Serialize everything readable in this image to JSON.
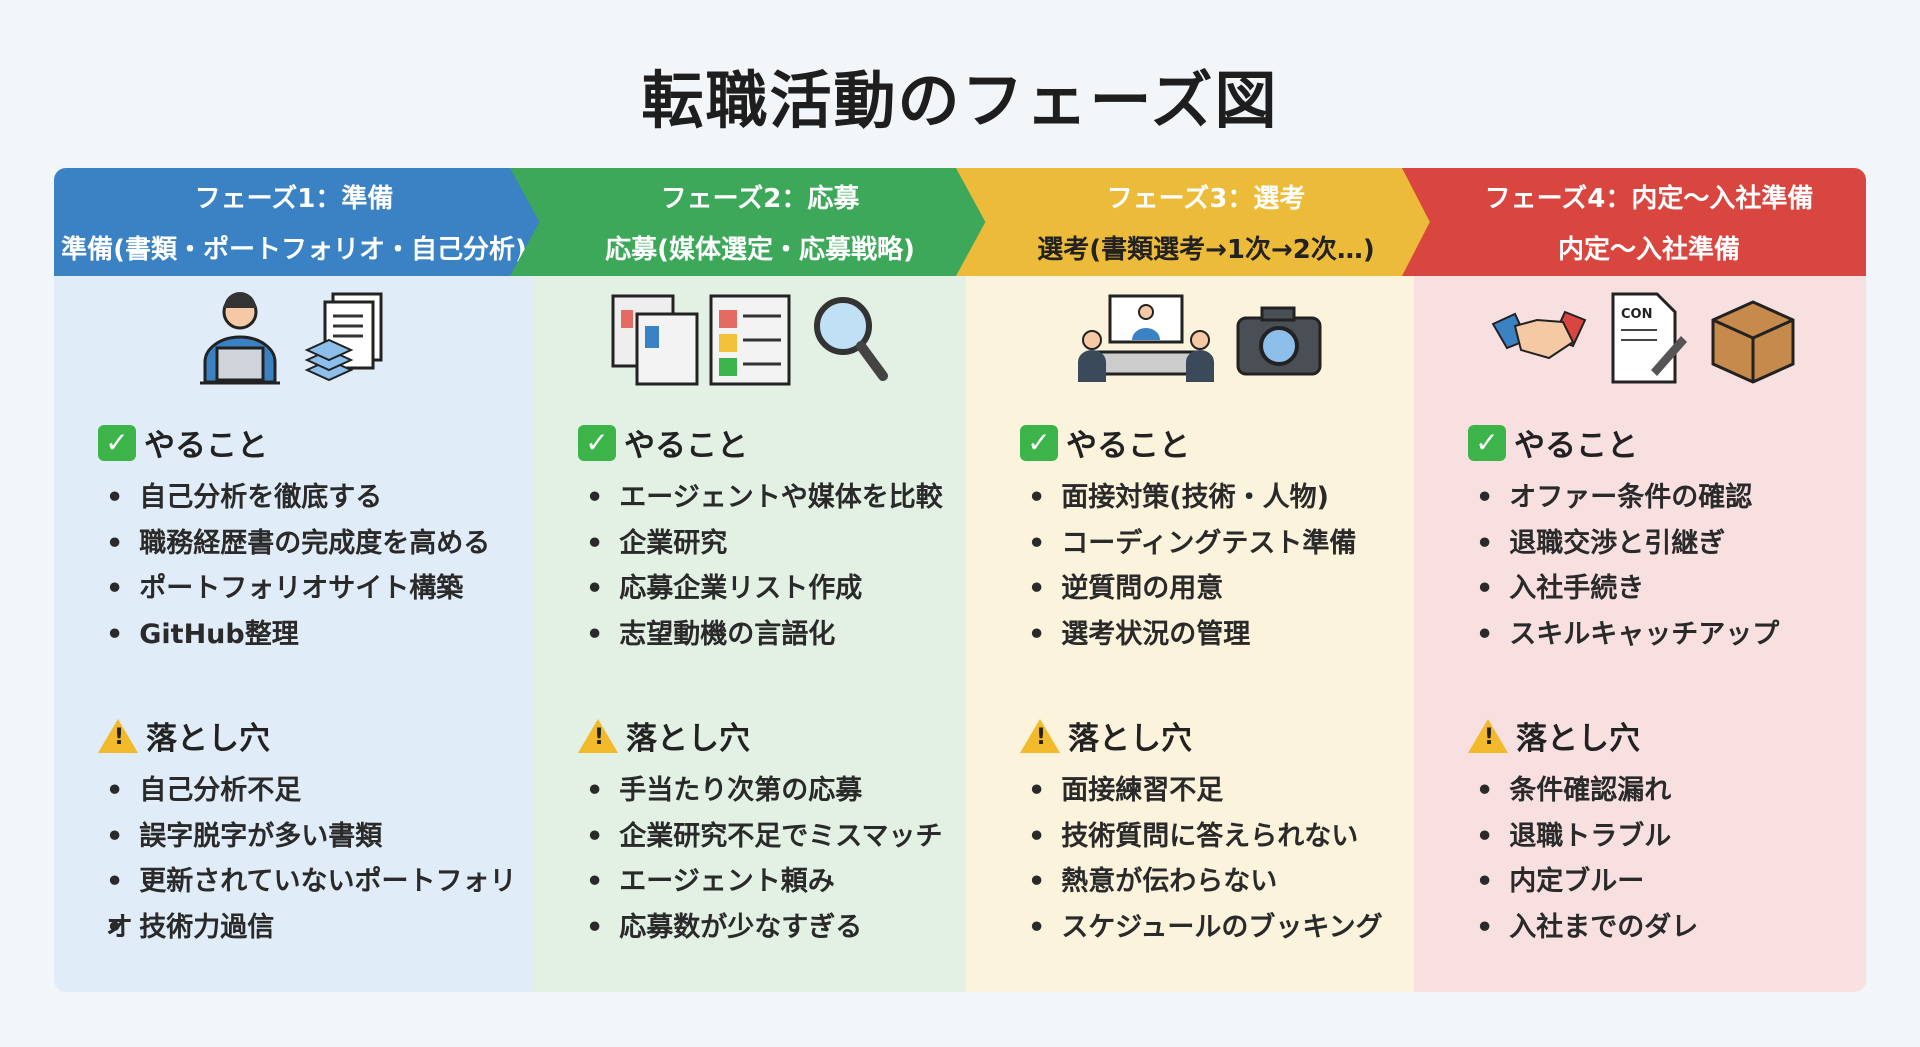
{
  "title": "転職活動のフェーズ図",
  "section_do": "やること",
  "section_pitfall": "落とし穴",
  "phases": [
    {
      "name": "フェーズ1：準備",
      "subtitle": "準備(書類・ポートフォリオ・自己分析)",
      "color": "#3a82c4",
      "todo": [
        "自己分析を徹底する",
        "職務経歴書の完成度を高める",
        "ポートフォリオサイト構築",
        "GitHub整理"
      ],
      "pitfalls": [
        "自己分析不足",
        "誤字脱字が多い書類",
        "更新されていないポートフォリオ",
        "技術力過信"
      ]
    },
    {
      "name": "フェーズ2：応募",
      "subtitle": "応募(媒体選定・応募戦略)",
      "color": "#3da85a",
      "todo": [
        "エージェントや媒体を比較",
        "企業研究",
        "応募企業リスト作成",
        "志望動機の言語化"
      ],
      "pitfalls": [
        "手当たり次第の応募",
        "企業研究不足でミスマッチ",
        "エージェント頼み",
        "応募数が少なすぎる"
      ]
    },
    {
      "name": "フェーズ3：選考",
      "subtitle": "選考(書類選考→1次→2次…)",
      "color": "#edbb3a",
      "todo": [
        "面接対策(技術・人物)",
        "コーディングテスト準備",
        "逆質問の用意",
        "選考状況の管理"
      ],
      "pitfalls": [
        "面接練習不足",
        "技術質問に答えられない",
        "熱意が伝わらない",
        "スケジュールのブッキング"
      ]
    },
    {
      "name": "フェーズ4：内定～入社準備",
      "subtitle": "内定～入社準備",
      "color": "#d9453f",
      "todo": [
        "オファー条件の確認",
        "退職交渉と引継ぎ",
        "入社手続き",
        "スキルキャッチアップ"
      ],
      "pitfalls": [
        "条件確認漏れ",
        "退職トラブル",
        "内定ブルー",
        "入社までのダレ"
      ]
    }
  ]
}
